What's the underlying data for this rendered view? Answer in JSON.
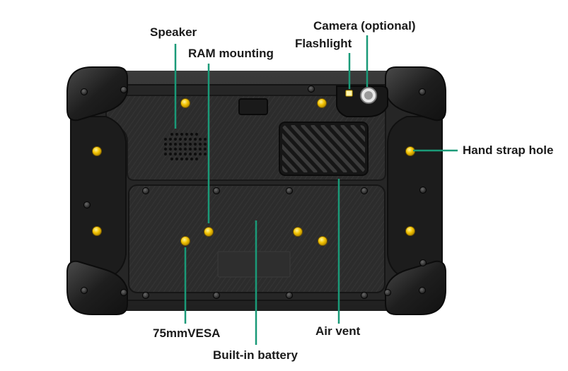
{
  "diagram": {
    "subject": "rugged tablet back view",
    "leader_color": "#1a9a78",
    "accent_color": "#f2c200",
    "labels": {
      "speaker": "Speaker",
      "ram_mounting": "RAM mounting",
      "flashlight": "Flashlight",
      "camera": "Camera (optional)",
      "hand_strap_hole": "Hand strap hole",
      "vesa": "75mmVESA",
      "battery": "Built-in battery",
      "air_vent": "Air vent"
    }
  }
}
